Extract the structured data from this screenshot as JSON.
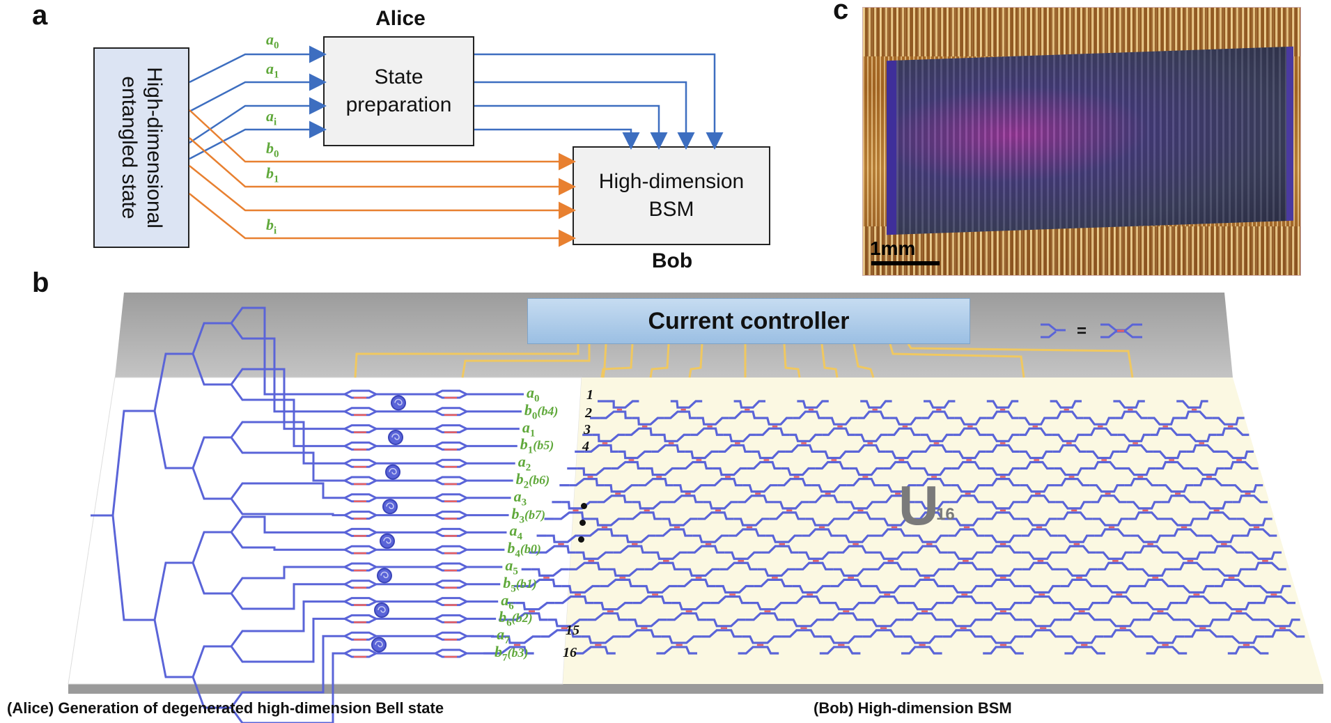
{
  "panel_a": {
    "letter": "a",
    "entangled_state_label": "High-dimensional entangled state",
    "alice_label": "Alice",
    "state_prep_label": "State preparation",
    "bsm_label": "High-dimension BSM",
    "bob_label": "Bob",
    "alice_modes": [
      {
        "base": "a",
        "sub": "0"
      },
      {
        "base": "a",
        "sub": "1"
      },
      {
        "base": "a",
        "sub": "i"
      }
    ],
    "bob_modes": [
      {
        "base": "b",
        "sub": "0"
      },
      {
        "base": "b",
        "sub": "1"
      },
      {
        "base": "b",
        "sub": "i"
      }
    ],
    "colors": {
      "alice_path": "#3d6ec0",
      "bob_path": "#e88030",
      "mode_label": "#5fa83a",
      "entangled_fill": "#dce4f3"
    }
  },
  "panel_b": {
    "letter": "b",
    "controller_label": "Current controller",
    "unitary_label": "U",
    "unitary_sub": "16",
    "left_outputs": [
      {
        "base": "a",
        "sub": "0",
        "paren": ""
      },
      {
        "base": "b",
        "sub": "0",
        "paren": "(b4)"
      },
      {
        "base": "a",
        "sub": "1",
        "paren": ""
      },
      {
        "base": "b",
        "sub": "1",
        "paren": "(b5)"
      },
      {
        "base": "a",
        "sub": "2",
        "paren": ""
      },
      {
        "base": "b",
        "sub": "2",
        "paren": "(b6)"
      },
      {
        "base": "a",
        "sub": "3",
        "paren": ""
      },
      {
        "base": "b",
        "sub": "3",
        "paren": "(b7)"
      },
      {
        "base": "a",
        "sub": "4",
        "paren": ""
      },
      {
        "base": "b",
        "sub": "4",
        "paren": "(b0)"
      },
      {
        "base": "a",
        "sub": "5",
        "paren": ""
      },
      {
        "base": "b",
        "sub": "5",
        "paren": "(b1)"
      },
      {
        "base": "a",
        "sub": "6",
        "paren": ""
      },
      {
        "base": "b",
        "sub": "6",
        "paren": "(b2)"
      },
      {
        "base": "a",
        "sub": "7",
        "paren": ""
      },
      {
        "base": "b",
        "sub": "7",
        "paren": "(b3)"
      }
    ],
    "port_numbers": [
      "1",
      "2",
      "3",
      "4",
      "15",
      "16"
    ],
    "caption_left": "(Alice) Generation of degenerated high-dimension Bell state",
    "caption_right": "(Bob) High-dimension BSM",
    "colors": {
      "waveguide": "#5a64d8",
      "heater": "#e86060",
      "wire": "#f0c860",
      "bsm_bg": "#fbf8e2",
      "controller": "#a9c9ea"
    }
  },
  "panel_c": {
    "letter": "c",
    "scale_label": "1mm"
  }
}
